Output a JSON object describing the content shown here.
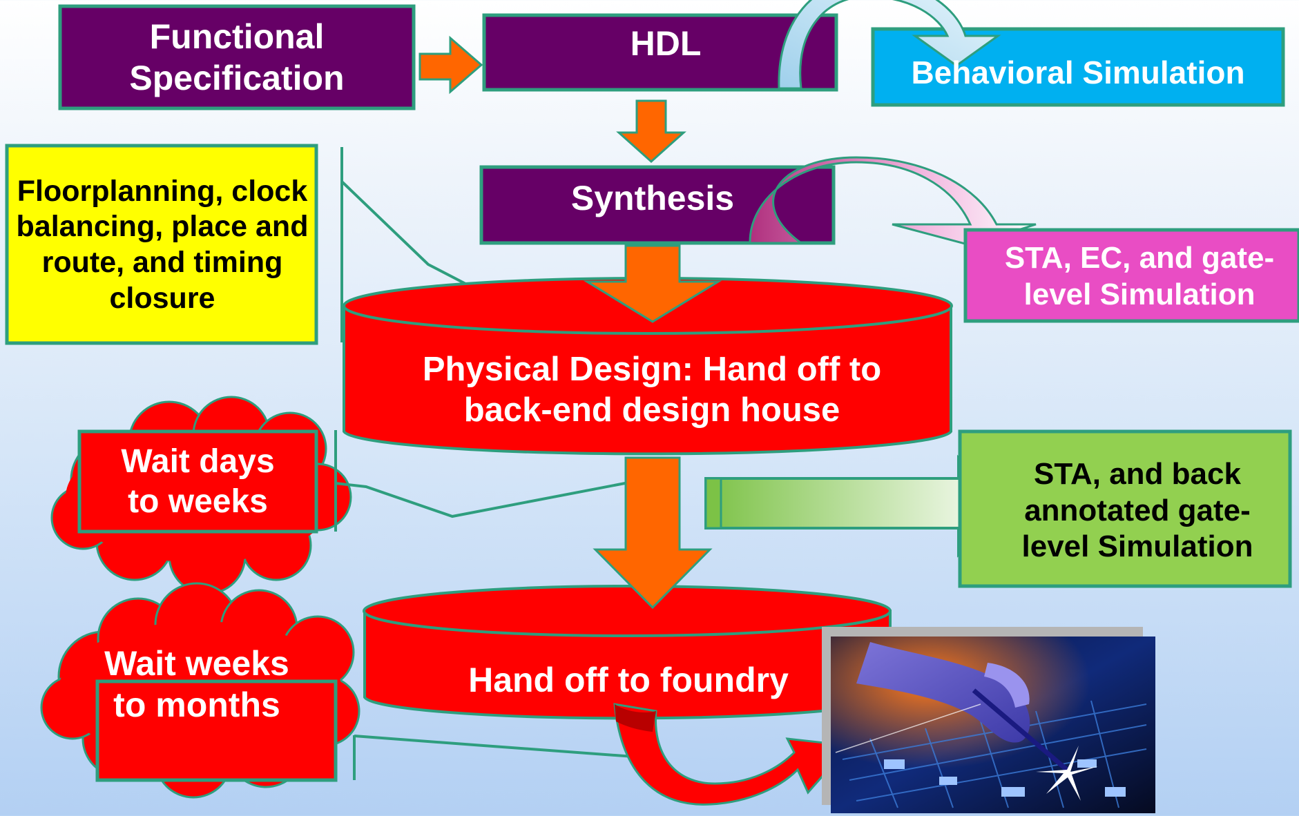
{
  "colors": {
    "purple": "#660066",
    "teal_border": "#2e9e7e",
    "cyan": "#00b0f0",
    "magenta": "#e94dc4",
    "green": "#92d050",
    "yellow": "#ffff00",
    "red": "#ff0000",
    "orange": "#ff6600"
  },
  "steps": {
    "functional_spec": "Functional Specification",
    "hdl": "HDL",
    "behavioral_sim": "Behavioral Simulation",
    "synthesis": "Synthesis",
    "sta_ec": "STA, EC, and gate-level Simulation",
    "physical_design": "Physical Design: Hand off to back-end design house",
    "sta_back": "STA, and back annotated gate-level Simulation",
    "foundry": "Hand off to foundry"
  },
  "callouts": {
    "floorplanning": "Floorplanning, clock balancing, place and route, and timing closure",
    "wait_days": "Wait days to weeks",
    "wait_weeks": "Wait weeks to months"
  },
  "image": {
    "icon": "circuit-board-photo"
  }
}
